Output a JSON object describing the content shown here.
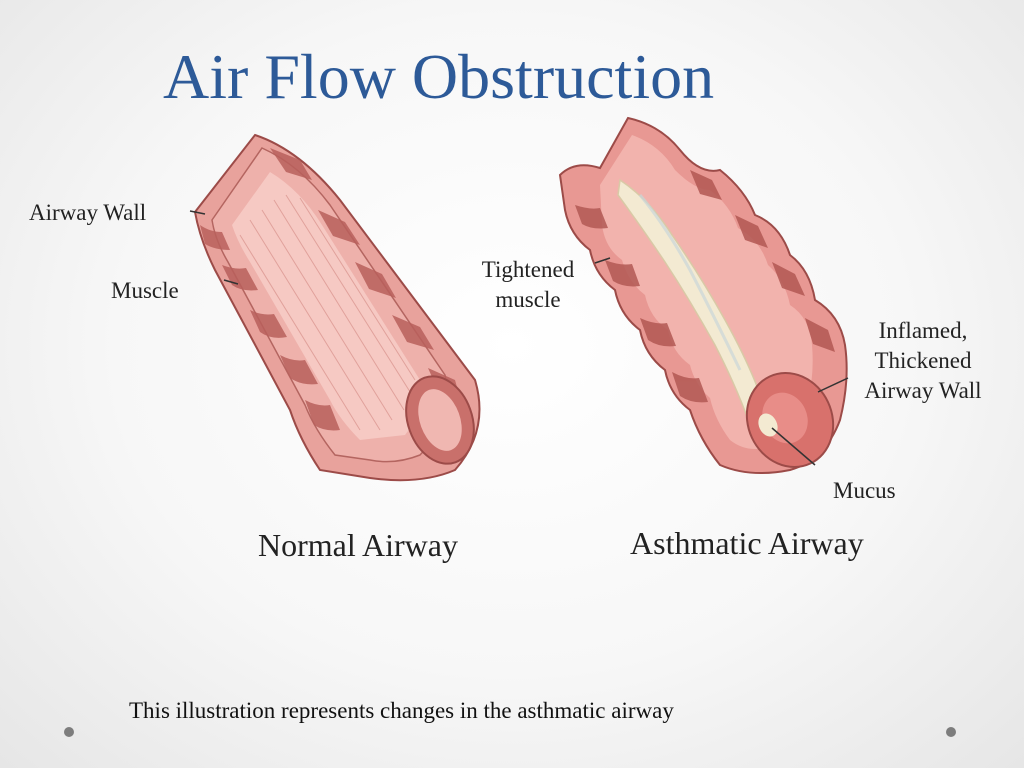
{
  "slide": {
    "title": "Air Flow Obstruction",
    "footnote": "This illustration represents changes in the asthmatic airway"
  },
  "normal_airway": {
    "caption": "Normal Airway",
    "labels": {
      "airway_wall": "Airway Wall",
      "muscle": "Muscle"
    }
  },
  "asthmatic_airway": {
    "caption": "Asthmatic Airway",
    "labels": {
      "tightened_muscle_line1": "Tightened",
      "tightened_muscle_line2": "muscle",
      "inflamed_line1": "Inflamed,",
      "inflamed_line2": "Thickened",
      "inflamed_line3": "Airway Wall",
      "mucus": "Mucus"
    }
  },
  "colors": {
    "title": "#2d5a98",
    "tissue_light": "#f1b5b0",
    "tissue_mid": "#e08f8a",
    "muscle_band": "#b9605c",
    "mucus": "#f3ead2"
  }
}
